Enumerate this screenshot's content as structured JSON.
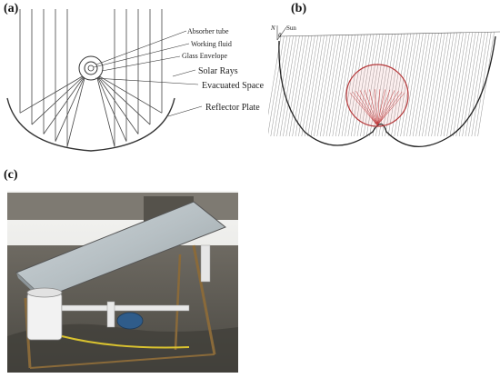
{
  "panels": {
    "a": "(a)",
    "b": "(b)",
    "c": "(c)"
  },
  "fig_a": {
    "labels": {
      "absorber": "Absorber tube",
      "working_fluid": "Working fluid",
      "glass": "Glass Envelope",
      "solar_rays": "Solar Rays",
      "evacuated": "Evacuated Space",
      "reflector": "Reflector Plate"
    }
  },
  "fig_b": {
    "north": "N",
    "theta": "θ",
    "sun": "Sun"
  },
  "colors": {
    "line": "#333333",
    "receiver": "#c0393b",
    "sky": "#f2f2f0"
  }
}
